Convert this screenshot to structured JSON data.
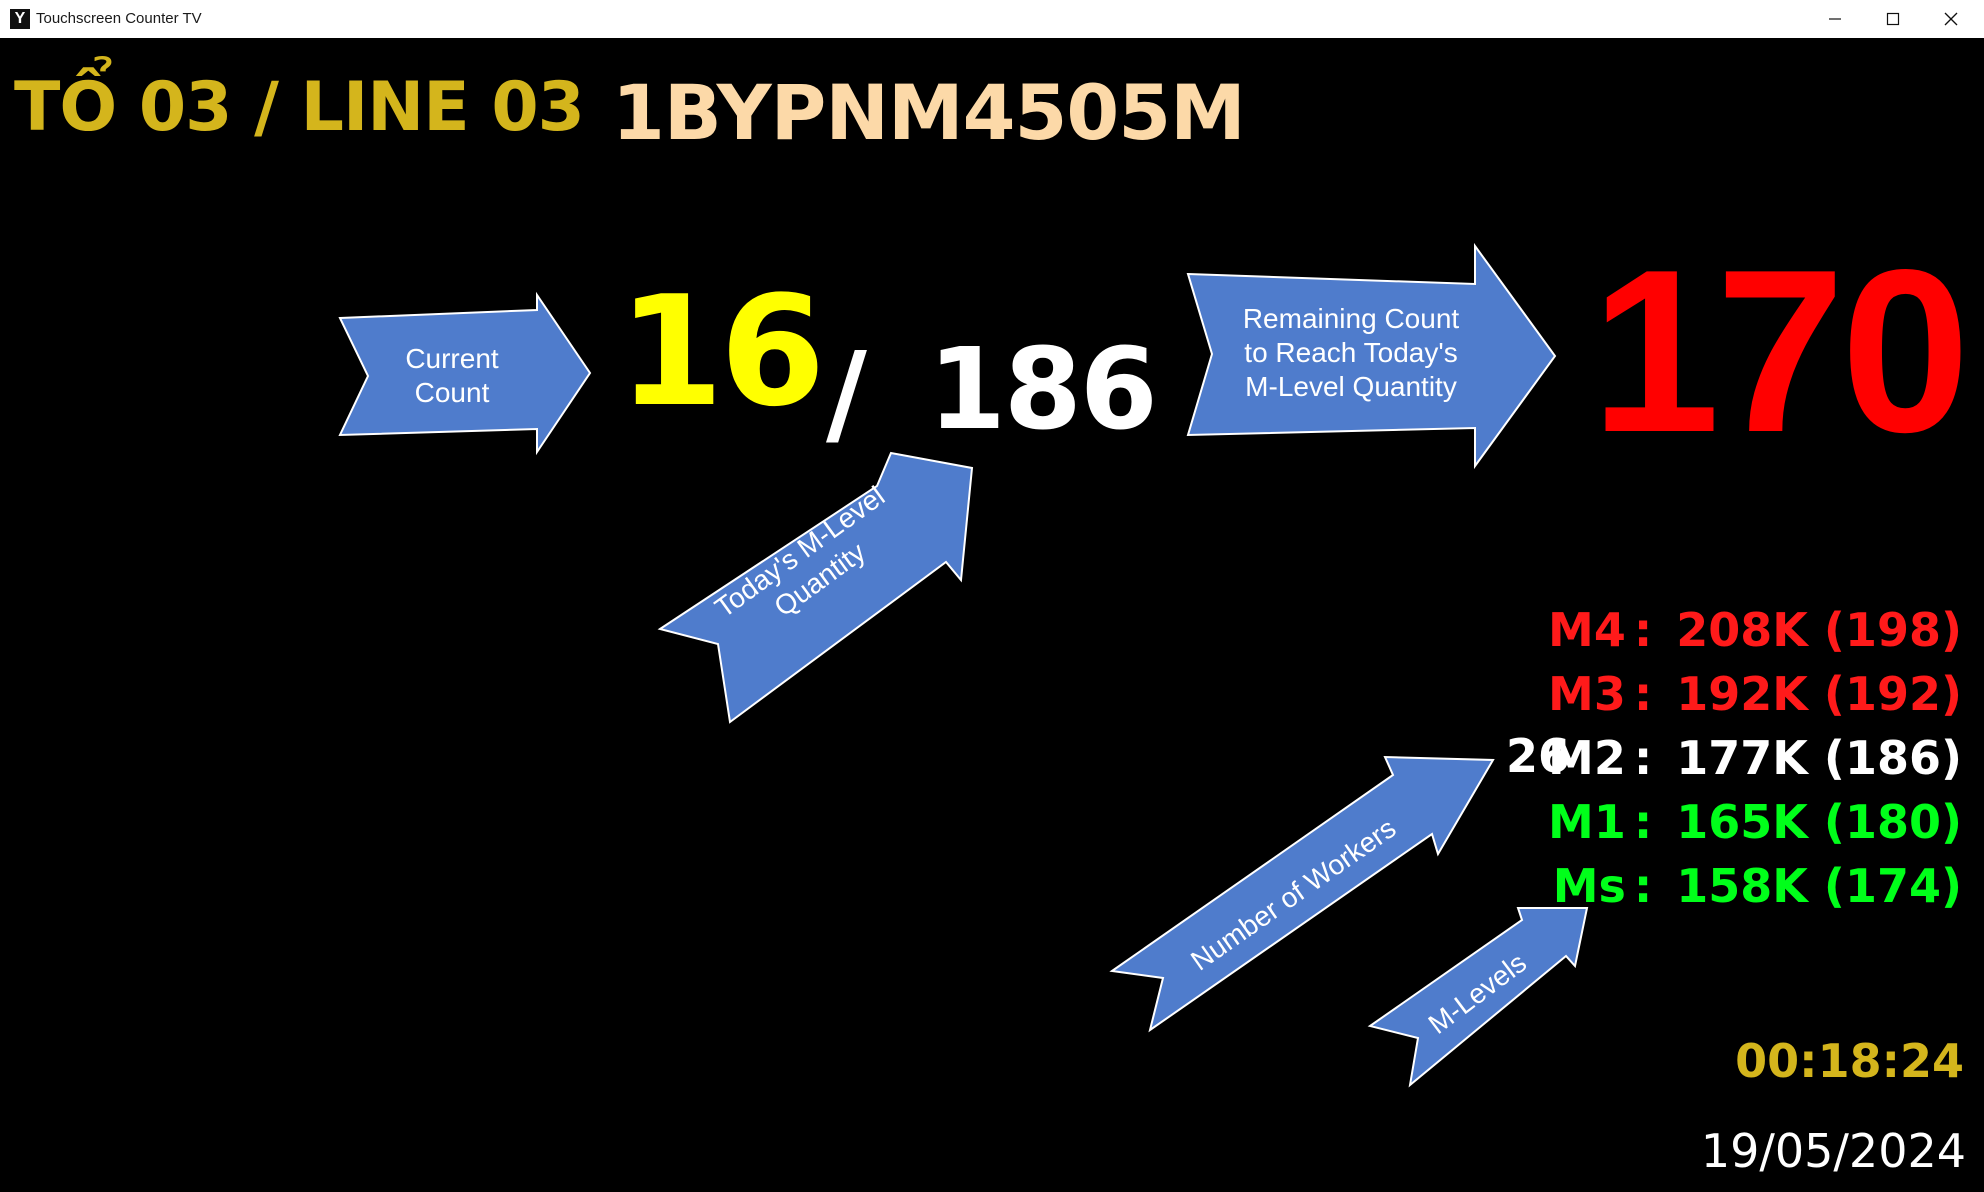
{
  "window": {
    "app_icon": "Y",
    "title": "Touchscreen Counter TV",
    "controls": [
      "minimize-icon",
      "maximize-icon",
      "close-icon"
    ]
  },
  "header": {
    "line_label": "TỔ 03 / LINE 03",
    "model_code": "1BYPNM4505M"
  },
  "counter": {
    "current": "16",
    "separator": "/",
    "target": "186",
    "remaining": "170"
  },
  "callouts": {
    "current_count": [
      "Current",
      "Count"
    ],
    "remaining_count": [
      "Remaining Count",
      "to Reach Today's",
      "M-Level Quantity"
    ],
    "todays_quantity": [
      "Today's M-Level",
      "Quantity"
    ],
    "workers": "Number of Workers",
    "m_levels": "M-Levels"
  },
  "levels": [
    {
      "name": "M4",
      "sep": ":",
      "value": "208K (198)",
      "color": "#ff1a1a"
    },
    {
      "name": "M3",
      "sep": ":",
      "value": "192K (192)",
      "color": "#ff1a1a"
    },
    {
      "name": "M2",
      "sep": ":",
      "value": "177K (186)",
      "color": "#ffffff"
    },
    {
      "name": "M1",
      "sep": ":",
      "value": "165K (180)",
      "color": "#00ff1a"
    },
    {
      "name": "Ms",
      "sep": ":",
      "value": "158K (174)",
      "color": "#00ff1a"
    }
  ],
  "workers_count": "26",
  "timer": "00:18:24",
  "date": "19/05/2024",
  "colors": {
    "background": "#000000",
    "header_yellow": "#d4b51c",
    "model_peach": "#fcd9a8",
    "current_yellow": "#ffff00",
    "remaining_red": "#ff0000",
    "arrow_fill": "#4f7ccc"
  }
}
